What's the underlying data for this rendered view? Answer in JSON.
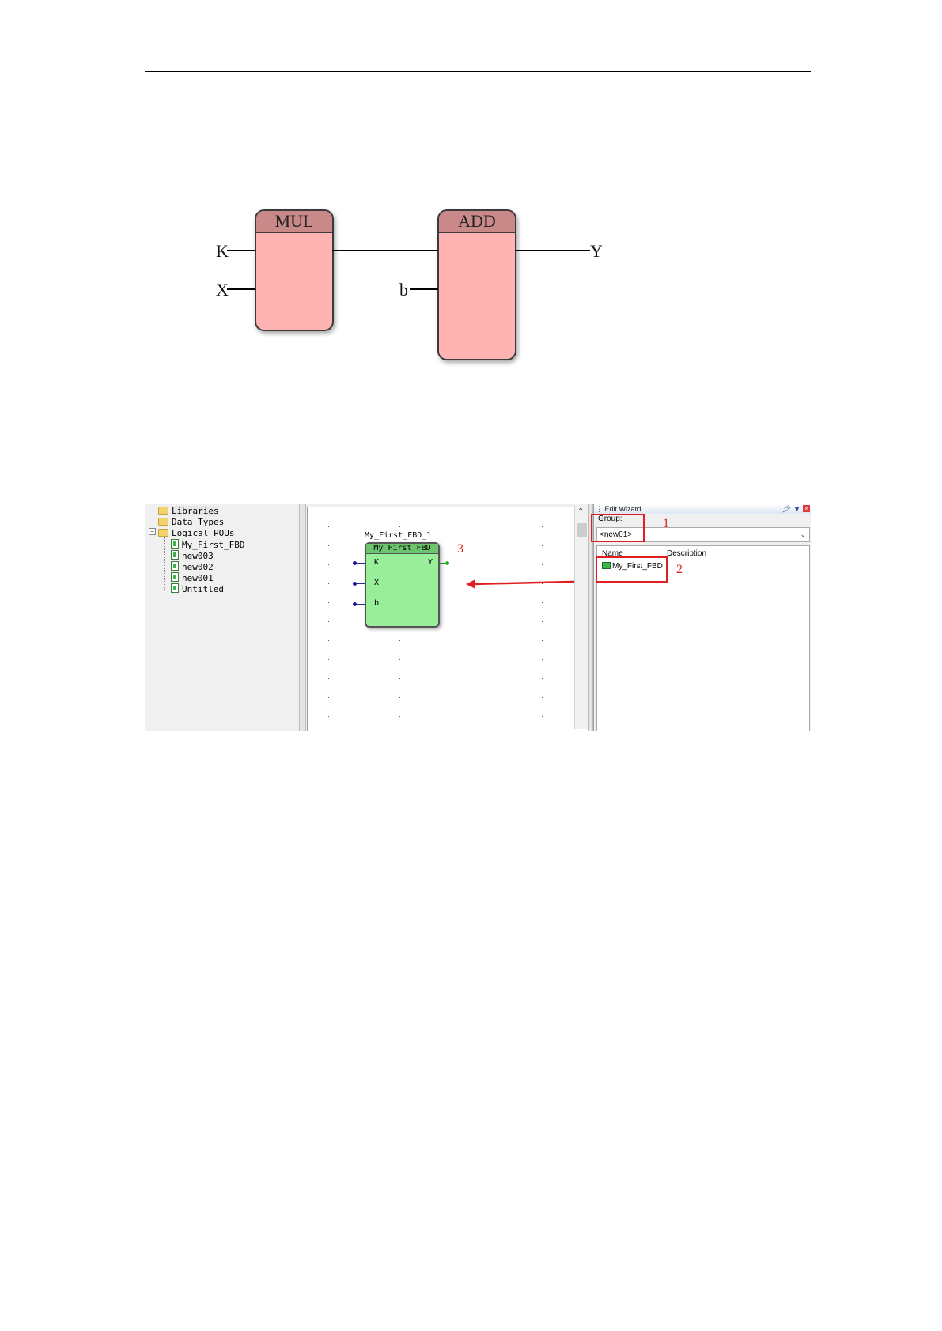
{
  "diagram": {
    "blocks": [
      {
        "name": "MUL"
      },
      {
        "name": "ADD"
      }
    ],
    "inputs": {
      "k": "K",
      "x": "X",
      "b": "b"
    },
    "output": "Y"
  },
  "screenshot": {
    "tree": {
      "folders": [
        "Libraries",
        "Data Types",
        "Logical POUs"
      ],
      "pous": [
        "My_First_FBD",
        "new003",
        "new002",
        "new001",
        "Untitled"
      ]
    },
    "canvas": {
      "instance_label": "My_First_FBD_1",
      "block_title": "My_First_FBD",
      "pins_in": [
        "K",
        "X",
        "b"
      ],
      "pin_out": "Y"
    },
    "wizard": {
      "title": "Edit Wizard",
      "group_label": "Group:",
      "group_value": "<new01>",
      "columns": {
        "name": "Name",
        "description": "Description"
      },
      "items": [
        {
          "name": "My_First_FBD",
          "icon": "function-block-icon"
        }
      ]
    },
    "annotations": {
      "one": "1",
      "two": "2",
      "three": "3"
    },
    "colors": {
      "annotation": "#e02020",
      "block_green": "#99ee99",
      "block_pink": "#ffb3b3"
    }
  }
}
